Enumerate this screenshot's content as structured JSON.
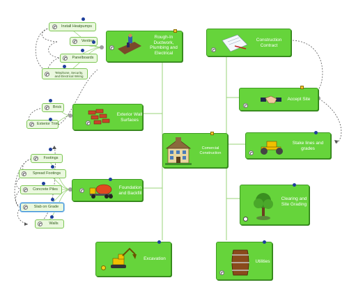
{
  "central": {
    "label": "Comercial Construction"
  },
  "nodes": {
    "rough_in": "Rough-In Ductwork, Plumbing and Electrical",
    "exterior_walls": "Exterior Wall Surfaces",
    "foundation": "Foundation and Backfill",
    "excavation": "Excavation",
    "construction_contract": "Construction Contract",
    "accept_site": "Accept Site",
    "stake_lines": "Stake lines and grades",
    "clearing": "Clearing and Site Grading",
    "utilities": "Utilities"
  },
  "subtasks": {
    "install_heatpumps": "Install Heatpumps",
    "venting": "Venting",
    "panelboards": "Panelboards",
    "telephone": "Telephone, Security, and Electrical Wiring",
    "brick": "Brick",
    "exterior_trim": "Exterior Trim",
    "footings": "Footings",
    "spread_footings": "Spread Footings",
    "concrete_piles": "Concrete Piles",
    "slab_on_grade": "Slab on Grade",
    "walls": "Walls"
  },
  "colors": {
    "node_fill": "#66d43b",
    "node_border": "#3e9a22",
    "line": "#9ad37a",
    "dashed": "#555555"
  },
  "icons": [
    "worker-roof-icon",
    "bricks-icon",
    "cement-mixer-icon",
    "excavator-icon",
    "contract-pen-icon",
    "handshake-icon",
    "road-roller-icon",
    "tree-icon",
    "barrel-icon",
    "building-icon",
    "clock-icon",
    "progress-dot-icon",
    "flag-icon"
  ]
}
